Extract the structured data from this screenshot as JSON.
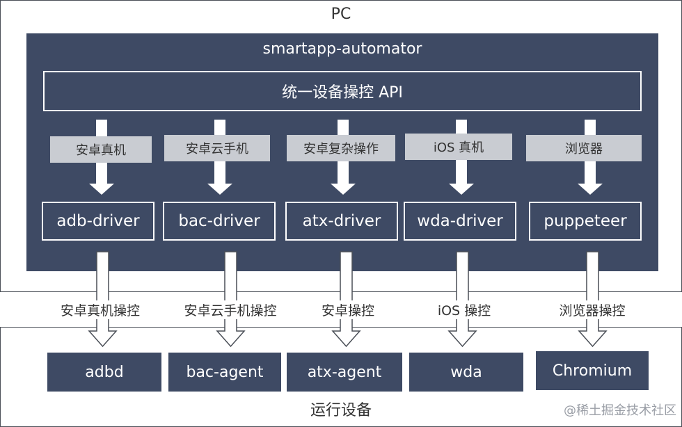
{
  "pc": {
    "label": "PC"
  },
  "automator": {
    "title": "smartapp-automator"
  },
  "api": {
    "label": "统一设备操控 API"
  },
  "categories": [
    "安卓真机",
    "安卓云手机",
    "安卓复杂操作",
    "iOS 真机",
    "浏览器"
  ],
  "drivers": [
    "adb-driver",
    "bac-driver",
    "atx-driver",
    "wda-driver",
    "puppeteer"
  ],
  "controls": [
    "安卓真机操控",
    "安卓云手机操控",
    "安卓操控",
    "iOS 操控",
    "浏览器操控"
  ],
  "devices": [
    "adbd",
    "bac-agent",
    "atx-agent",
    "wda",
    "Chromium"
  ],
  "runtime": {
    "label": "运行设备"
  },
  "watermark": {
    "text": "@稀土掘金技术社区"
  },
  "colors": {
    "navy": "#3e4a64",
    "gray_box": "#c9ccd2",
    "frame": "#4a4f57"
  }
}
